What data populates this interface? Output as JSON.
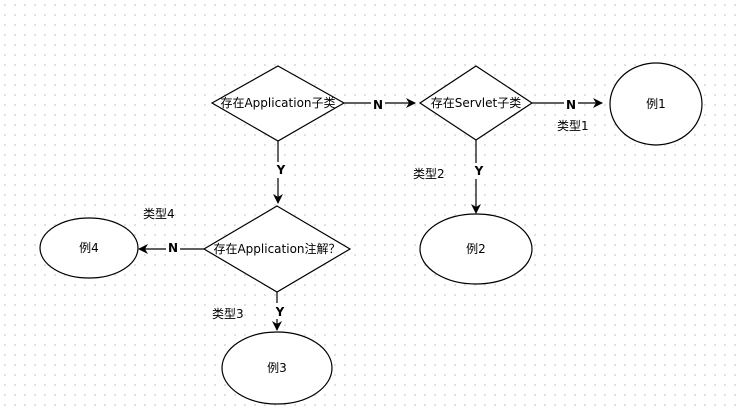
{
  "nodes": {
    "d1": {
      "label": "存在Application子类"
    },
    "d2": {
      "label": "存在Servlet子类"
    },
    "d3": {
      "label": "存在Application注解？"
    },
    "e1": {
      "label": "例1"
    },
    "e2": {
      "label": "例2"
    },
    "e3": {
      "label": "例3"
    },
    "e4": {
      "label": "例4"
    }
  },
  "edges": {
    "d1_d2": {
      "label": "N"
    },
    "d2_e1": {
      "label": "N"
    },
    "d2_e2": {
      "label": "Y"
    },
    "d1_d3": {
      "label": "Y"
    },
    "d3_e4": {
      "label": "N"
    },
    "d3_e3": {
      "label": "Y"
    }
  },
  "annotations": {
    "type1": "类型1",
    "type2": "类型2",
    "type3": "类型3",
    "type4": "类型4"
  }
}
